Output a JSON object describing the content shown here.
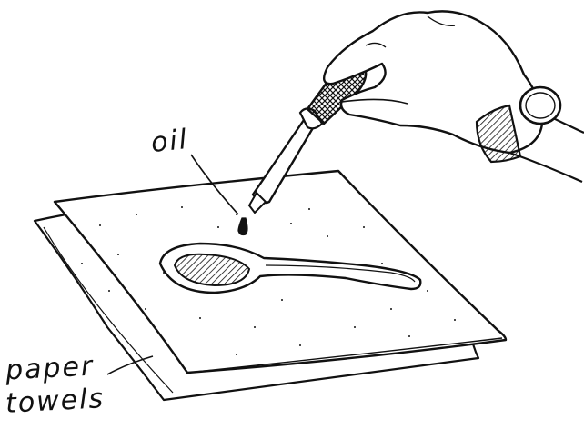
{
  "labels": {
    "oil": "oil",
    "paper_towels_line1": "paper",
    "paper_towels_line2": "towels"
  },
  "colors": {
    "ink": "#111111",
    "paper": "#ffffff"
  }
}
